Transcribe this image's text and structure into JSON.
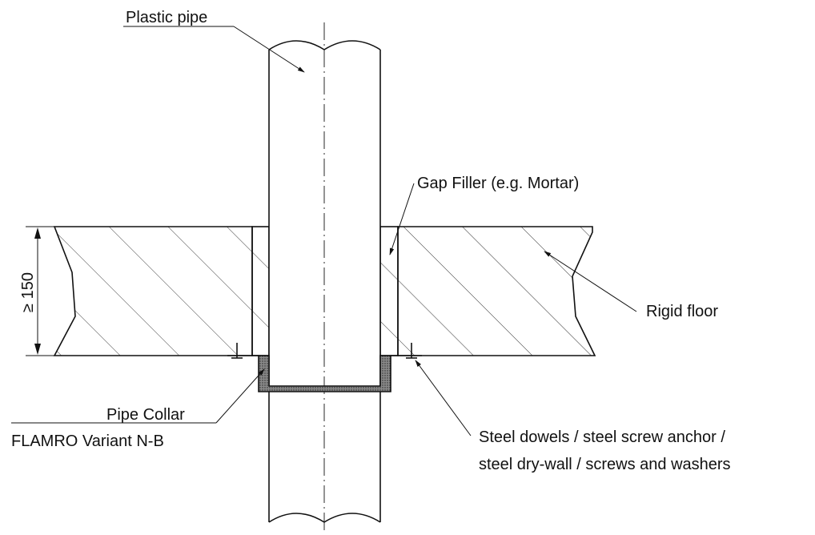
{
  "labels": {
    "plastic_pipe": "Plastic pipe",
    "gap_filler": "Gap Filler (e.g. Mortar)",
    "rigid_floor": "Rigid floor",
    "pipe_collar": "Pipe Collar",
    "collar_variant": "FLAMRO Variant N-B",
    "fixings_line1": "Steel dowels / steel screw anchor /",
    "fixings_line2": "steel dry-wall / screws and washers",
    "floor_thickness": "≥ 150"
  }
}
